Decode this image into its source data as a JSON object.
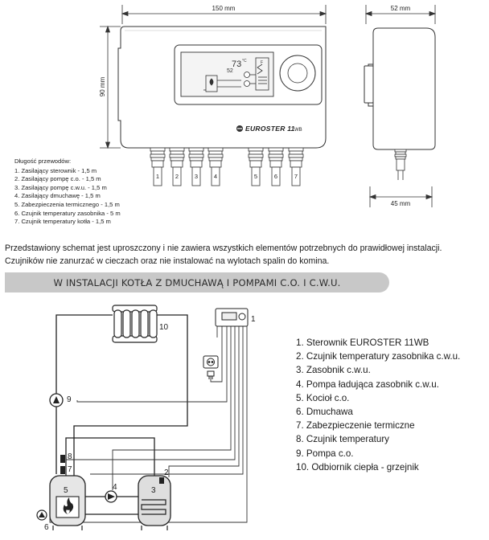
{
  "dimensions": {
    "width_label": "150 mm",
    "depth_label": "52 mm",
    "height_label": "90 mm",
    "bottom_depth_label": "45 mm"
  },
  "device": {
    "brand": "EUROSTER 11",
    "model_suffix": "WB",
    "display_temp_big": "73",
    "display_temp_small": "52",
    "display_unit": "°C",
    "cable_numbers": [
      "1",
      "2",
      "3",
      "4",
      "5",
      "6",
      "7"
    ]
  },
  "cable_lengths": {
    "title": "Długość przewodów:",
    "items": [
      "1. Zasilający sterownik - 1,5 m",
      "2. Zasilający pompę c.o. - 1,5 m",
      "3. Zasilający pompę c.w.u. - 1,5 m",
      "4. Zasilający dmuchawę - 1,5 m",
      "5. Zabezpieczenia termicznego - 1,5 m",
      "6. Czujnik temperatury zasobnika - 5 m",
      "7. Czujnik temperatury kotła - 1,5 m"
    ]
  },
  "note": {
    "line1": "Przedstawiony schemat jest uproszczony i nie zawiera wszystkich elementów potrzebnych do prawidłowej instalacji.",
    "line2": "Czujników nie zanurzać w cieczach oraz nie instalować na wylotach spalin do komina."
  },
  "banner": {
    "title": "W INSTALACJI KOTŁA Z DMUCHAWĄ I POMPAMI C.O. I C.W.U."
  },
  "schematic_labels": {
    "controller": "1",
    "tank_sensor": "2",
    "tank": "3",
    "tank_pump": "4",
    "boiler": "5",
    "blower": "6",
    "thermal_protection": "7",
    "temp_sensor": "8",
    "co_pump": "9",
    "radiator": "10"
  },
  "parts_list": [
    "1. Sterownik EUROSTER 11WB",
    "2. Czujnik temperatury zasobnika c.w.u.",
    "3. Zasobnik c.w.u.",
    "4. Pompa ładująca zasobnik c.w.u.",
    "5. Kocioł c.o.",
    "6. Dmuchawa",
    "7. Zabezpieczenie termiczne",
    "8. Czujnik temperatury",
    "9. Pompa c.o.",
    "10. Odbiornik ciepła - grzejnik"
  ],
  "colors": {
    "line": "#222222",
    "banner_bg": "#c8c8c8",
    "boiler_fill": "#e6e6e6",
    "tank_fill": "#dedede",
    "accent": "#3a3a3a"
  }
}
